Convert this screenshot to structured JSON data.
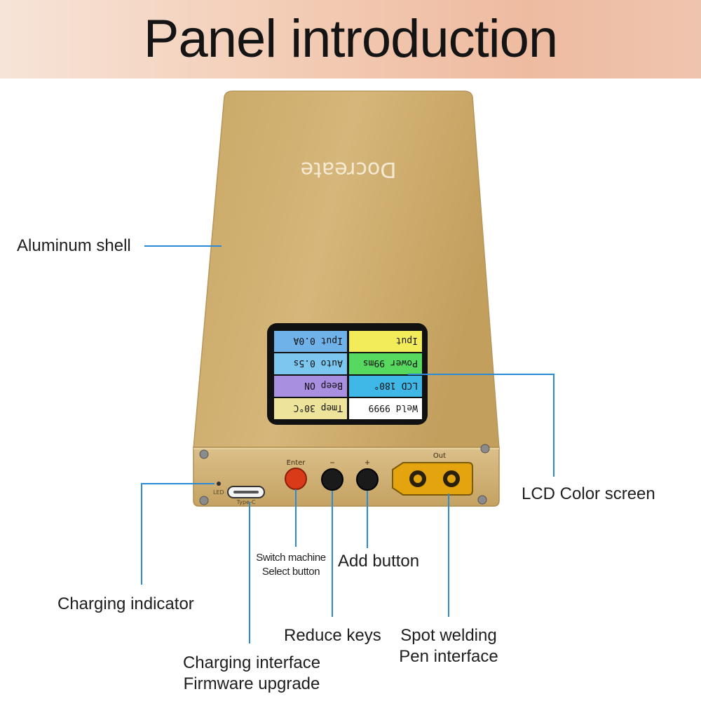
{
  "banner": {
    "title": "Panel introduction"
  },
  "device": {
    "brand": "Docreate",
    "port_labels": {
      "led": "LED",
      "type_c": "Type-C",
      "enter": "Enter",
      "minus": "−",
      "plus": "+",
      "out": "Out"
    },
    "screen": {
      "cells": [
        {
          "text": "Weld 9999",
          "color": "#ffffff"
        },
        {
          "text": "Tmep 30°C",
          "color": "#eee39a"
        },
        {
          "text": "LCD 180°",
          "color": "#3fb8e8"
        },
        {
          "text": "Beep ON",
          "color": "#a98fe0"
        },
        {
          "text": "Power 99ms",
          "color": "#57d85e"
        },
        {
          "text": "Auto 0.5s",
          "color": "#7cc7ef"
        },
        {
          "text": "Iput",
          "color": "#f2eb5a"
        },
        {
          "text": "Iput 0.0A",
          "color": "#6fb2ea"
        }
      ]
    }
  },
  "annotations": {
    "aluminum_shell": "Aluminum shell",
    "lcd_color_screen": "LCD Color screen",
    "switch_machine": "Switch machine",
    "select_button": "Select button",
    "add_button": "Add button",
    "charging_indicator": "Charging indicator",
    "reduce_keys": "Reduce keys",
    "spot_welding": "Spot welding",
    "pen_interface": "Pen interface",
    "charging_interface": "Charging interface",
    "firmware_upgrade": "Firmware upgrade"
  },
  "colors": {
    "leader_line": "#2a8ad6",
    "shell": "#cfae6e",
    "enter_button": "#d93a18",
    "connector": "#e3a40d"
  }
}
